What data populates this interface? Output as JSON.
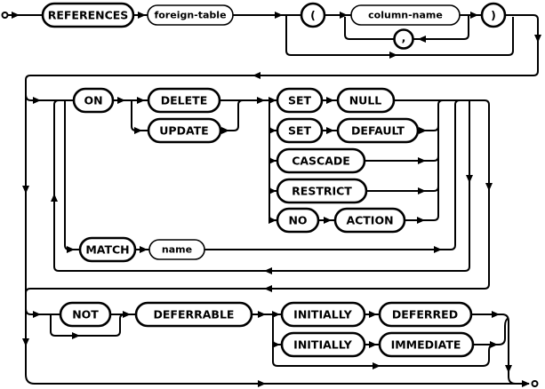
{
  "diagram": {
    "description": "SQL foreign key clause syntax railroad diagram",
    "colors": {
      "line": "#000000",
      "background": "#ffffff"
    },
    "nodes": {
      "references": "REFERENCES",
      "foreign_table": "foreign-table",
      "open_paren": "(",
      "column_name": "column-name",
      "comma": ",",
      "close_paren": ")",
      "on": "ON",
      "delete": "DELETE",
      "update": "UPDATE",
      "set_1": "SET",
      "null": "NULL",
      "set_2": "SET",
      "default": "DEFAULT",
      "cascade": "CASCADE",
      "restrict": "RESTRICT",
      "no": "NO",
      "action": "ACTION",
      "match": "MATCH",
      "name": "name",
      "not": "NOT",
      "deferrable": "DEFERRABLE",
      "initially_1": "INITIALLY",
      "deferred": "DEFERRED",
      "initially_2": "INITIALLY",
      "immediate": "IMMEDIATE"
    }
  }
}
